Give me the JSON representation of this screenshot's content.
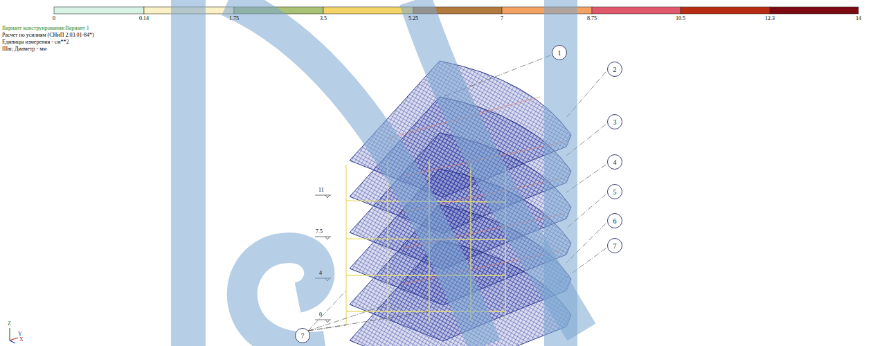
{
  "diagram": {
    "nodes": [
      {
        "text": [
          "1"
        ]
      },
      {
        "text": [
          "2"
        ]
      },
      {
        "text": [
          "3"
        ]
      },
      {
        "text": [
          "4"
        ]
      },
      {
        "text": [
          "5"
        ]
      },
      {
        "text": [
          "6"
        ]
      },
      {
        "text": [
          "7"
        ]
      },
      {
        "text": [
          "7"
        ]
      }
    ],
    "labels": [
      "Вариант конструирования:Вариант 1",
      "Расчет по усилиям (СНиП 2.03.01-84*)",
      "Единицы измерения - см**2",
      "Шаг, Диаметр - мм",
      "0",
      "0.14",
      "1.75",
      "3.5",
      "5.25",
      "7",
      "8.75",
      "10.5",
      "12.3",
      "14",
      "11",
      "7.5",
      "4",
      "0",
      "Z",
      "Y",
      "X"
    ]
  }
}
